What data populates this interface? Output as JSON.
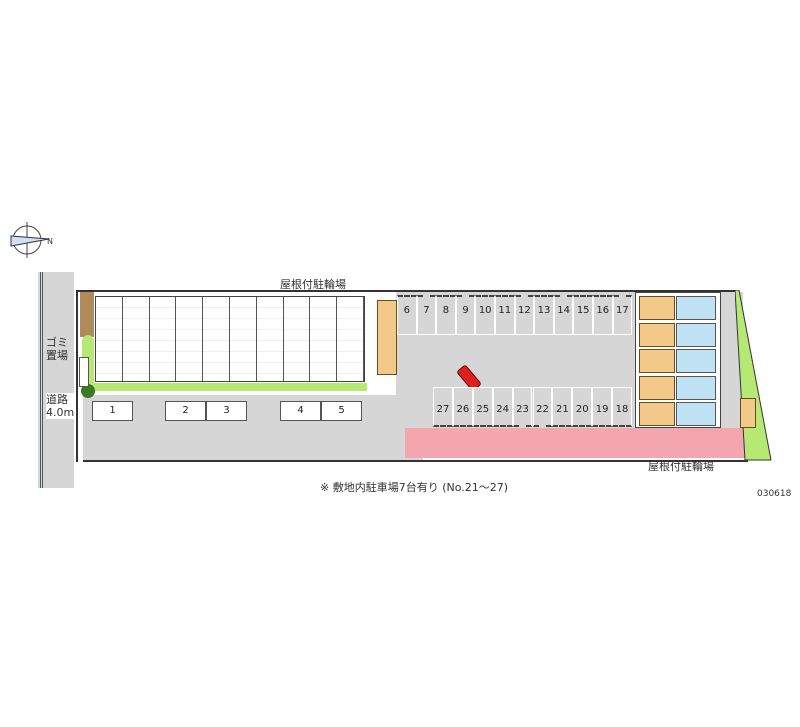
{
  "labels": {
    "bike_shelter_top": "屋根付駐輪場",
    "bike_shelter_bottom": "屋根付駐輪場",
    "garbage_line1": "ゴミ",
    "garbage_line2": "置場",
    "road_line1": "道路",
    "road_line2": "4.0m",
    "note": "※ 敷地内駐車場7台有り (No.21～27)",
    "code": "030618"
  },
  "spaces_front": [
    "1",
    "2",
    "3",
    "4",
    "5"
  ],
  "spaces_top": [
    "6",
    "7",
    "8",
    "9",
    "10",
    "11",
    "12",
    "13",
    "14",
    "15",
    "16",
    "17"
  ],
  "spaces_bottom": [
    "27",
    "26",
    "25",
    "24",
    "23",
    "22",
    "21",
    "20",
    "19",
    "18"
  ],
  "colors": {
    "ground": "#d6d6d6",
    "pink": "#f4a6ae",
    "green": "#b6e874",
    "tan": "#f3c98a",
    "car": "#e02020"
  }
}
